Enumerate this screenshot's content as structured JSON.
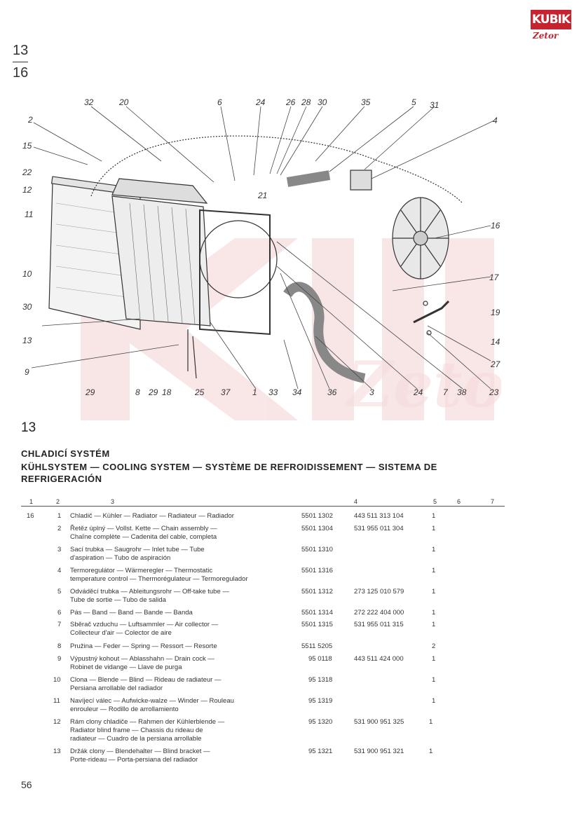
{
  "brand": {
    "logo_text": "KUBIK",
    "sub_text": "Zetor",
    "watermark_text": "Zetor"
  },
  "page_ref": {
    "top": "13",
    "bottom": "16"
  },
  "diagram": {
    "callouts": [
      "32",
      "20",
      "6",
      "24",
      "26",
      "28",
      "30",
      "35",
      "5",
      "31",
      "4",
      "2",
      "15",
      "22",
      "12",
      "11",
      "21",
      "16",
      "10",
      "30",
      "13",
      "17",
      "19",
      "14",
      "27",
      "9",
      "29",
      "8",
      "29",
      "18",
      "25",
      "37",
      "1",
      "33",
      "34",
      "36",
      "3",
      "24",
      "7",
      "38",
      "23"
    ]
  },
  "section_number": "13",
  "title": {
    "line1": "CHLADICÍ SYSTÉM",
    "line2": "KÜHLSYSTEM — COOLING SYSTEM — SYSTÈME DE REFROIDISSEMENT — SISTEMA DE REFRIGERACIÓN"
  },
  "table": {
    "headers": [
      "1",
      "2",
      "3",
      "4",
      "5",
      "6",
      "7"
    ],
    "group": "16",
    "rows": [
      {
        "pos": "1",
        "desc1": "Chladič — Kühler — Radiator — Radiateur — Radiador",
        "desc2": "",
        "code": "5501 1302",
        "ref": "443 511 313 104",
        "qty": "1"
      },
      {
        "pos": "2",
        "desc1": "Řetěz úplný — Vollst. Kette — Chain assembly —",
        "desc2": "Chaîne complète — Cadenita del cable, completa",
        "code": "5501 1304",
        "ref": "531 955 011 304",
        "qty": "1"
      },
      {
        "pos": "3",
        "desc1": "Sací trubka — Saugrohr — Inlet tube — Tube",
        "desc2": "d'aspiration — Tubo de aspiración",
        "code": "5501 1310",
        "ref": "",
        "qty": "1"
      },
      {
        "pos": "4",
        "desc1": "Termoregulátor — Wärmeregler — Thermostatic",
        "desc2": "temperature control — Thermorégulateur — Termoregulador",
        "code": "5501 1316",
        "ref": "",
        "qty": "1"
      },
      {
        "pos": "5",
        "desc1": "Odváděcí trubka — Ableitungsrohr — Off-take tube —",
        "desc2": "Tube de sortie — Tubo de salida",
        "code": "5501 1312",
        "ref": "273 125 010 579",
        "qty": "1"
      },
      {
        "pos": "6",
        "desc1": "Pás — Band — Band — Bande — Banda",
        "desc2": "",
        "code": "5501 1314",
        "ref": "272 222 404 000",
        "qty": "1"
      },
      {
        "pos": "7",
        "desc1": "Sběrač vzduchu — Luftsammler — Air collector —",
        "desc2": "Collecteur d'air — Colector de aire",
        "code": "5501 1315",
        "ref": "531 955 011 315",
        "qty": "1"
      },
      {
        "pos": "8",
        "desc1": "Pružina — Feder — Spring — Ressort — Resorte",
        "desc2": "",
        "code": "5511 5205",
        "ref": "",
        "qty": "2"
      },
      {
        "pos": "9",
        "desc1": "Výpustný kohout — Ablasshahn — Drain cock —",
        "desc2": "Robinet de vidange — Llave de purga",
        "code": "95 0118",
        "ref": "443 511 424 000",
        "qty": "1"
      },
      {
        "pos": "10",
        "desc1": "Clona — Blende — Blind — Rideau de radiateur —",
        "desc2": "Persiana arrollable del radiador",
        "code": "95 1318",
        "ref": "",
        "qty": "1"
      },
      {
        "pos": "11",
        "desc1": "Navíjecí válec — Aufwicke-walze — Winder — Rouleau",
        "desc2": "enrouleur — Rodillo de arrollamiento",
        "code": "95 1319",
        "ref": "",
        "qty": "1"
      },
      {
        "pos": "12",
        "desc1": "Rám clony chladiče — Rahmen der Kühlerblende —",
        "desc2": "Radiator blind frame — Chassis du rideau de",
        "desc3": "radiateur — Cuadro de la persiana arrollable",
        "code": "95 1320",
        "ref": "531 900 951 325",
        "qty": "1"
      },
      {
        "pos": "13",
        "desc1": "Držák clony — Blendehalter — Blind bracket —",
        "desc2": "Porte-rideau — Porta-persiana del radiador",
        "code": "95 1321",
        "ref": "531 900 951 321",
        "qty": "1"
      }
    ]
  },
  "footer": {
    "page_number": "56"
  },
  "colors": {
    "brand_red": "#c7232e",
    "ink": "#333333",
    "watermark": "#f4d4d4"
  }
}
